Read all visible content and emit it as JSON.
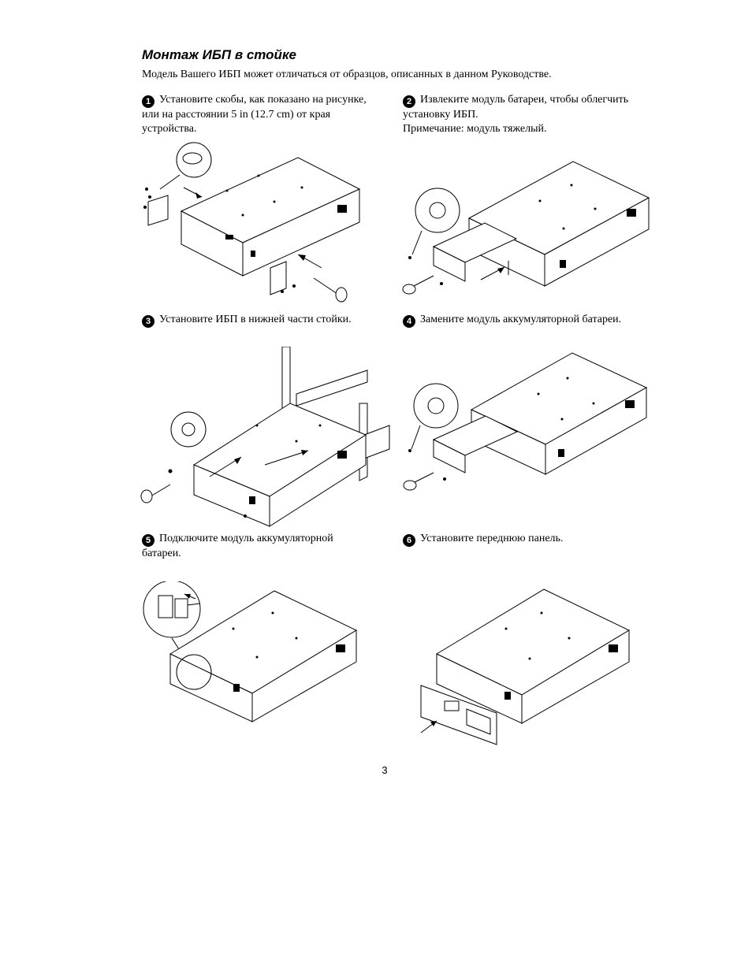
{
  "heading": "Монтаж ИБП в стойке",
  "intro": "Модель Вашего ИБП может отличаться от образцов, описанных в данном Руководстве.",
  "steps": [
    {
      "number": "1",
      "text": "Установите скобы, как показано на рисунке, или на расстоянии 5 in (12.7 cm) от края устройства."
    },
    {
      "number": "2",
      "text": "Извлеките модуль батареи, чтобы облегчить установку ИБП.",
      "note": "Примечание: модуль тяжелый."
    },
    {
      "number": "3",
      "text": "Установите ИБП в нижней части стойки."
    },
    {
      "number": "4",
      "text": "Замените модуль аккумуляторной батареи."
    },
    {
      "number": "5",
      "text": "Подключите модуль аккумуляторной батареи."
    },
    {
      "number": "6",
      "text": "Установите переднюю панель."
    }
  ],
  "page_number": "3"
}
